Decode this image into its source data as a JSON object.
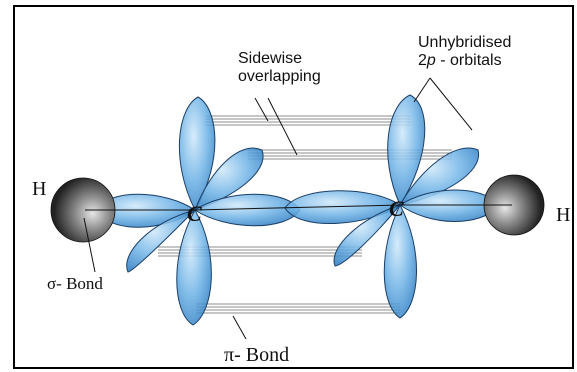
{
  "labels": {
    "sidewise_line1": "Sidewise",
    "sidewise_line2": "overlapping",
    "unhybridised_line1": "Unhybridised",
    "unhybridised_line2_prefix": "2",
    "unhybridised_line2_p": "p",
    "unhybridised_line2_suffix": " - orbitals",
    "h_left": "H",
    "h_right": "H",
    "c_left": "C",
    "c_right": "C",
    "sigma_bond": "σ- Bond",
    "pi_bond": "π- Bond"
  },
  "colors": {
    "orbital_light": "#b8dcf5",
    "orbital_mid": "#6fb3e6",
    "orbital_dark": "#2f7fc4",
    "hydrogen_dark": "#2b2b2b",
    "hydrogen_light": "#cfcfcf",
    "stroke": "#1b3f66"
  }
}
